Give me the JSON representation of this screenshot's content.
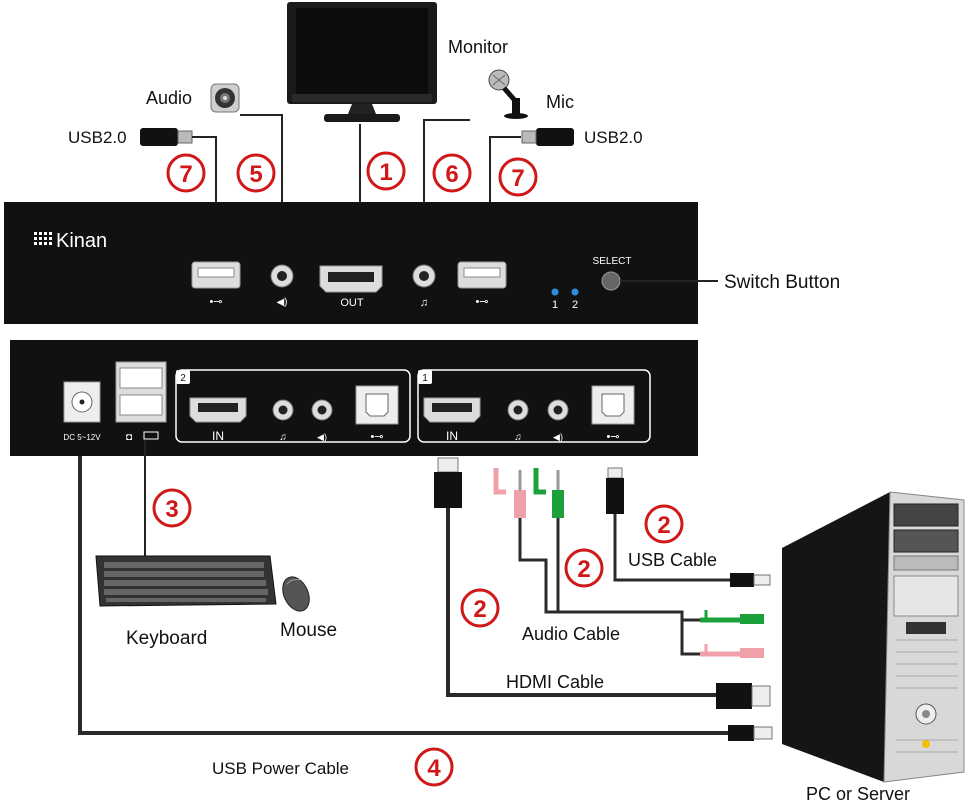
{
  "brand": "Kinan",
  "labels": {
    "monitor": "Monitor",
    "audio": "Audio",
    "mic": "Mic",
    "usb_left": "USB2.0",
    "usb_right": "USB2.0",
    "switch_button": "Switch  Button",
    "keyboard": "Keyboard",
    "mouse": "Mouse",
    "usb_cable": "USB Cable",
    "audio_cable": "Audio Cable",
    "hdmi_cable": "HDMI Cable",
    "usb_power_cable": "USB  Power  Cable",
    "pc": "PC or Server"
  },
  "front_panel": {
    "hdmi_out": "OUT",
    "select": "SELECT",
    "led_1": "1",
    "led_2": "2"
  },
  "rear_panel": {
    "dc": "DC  5~12V",
    "group_2": "2",
    "group_1": "1",
    "hdmi_in_2": "IN",
    "hdmi_in_1": "IN"
  },
  "callouts": {
    "c1": "1",
    "c2a": "2",
    "c2b": "2",
    "c2c": "2",
    "c3": "3",
    "c4": "4",
    "c5": "5",
    "c6": "6",
    "c7a": "7",
    "c7b": "7"
  },
  "colors": {
    "callout": "#d01818",
    "panel": "#111111",
    "cable": "#222222",
    "audio_green": "#1aa13a",
    "audio_pink": "#f0a0a8",
    "led_blue": "#2a8fe0"
  },
  "icons": [
    "monitor-icon",
    "speaker-icon",
    "microphone-icon",
    "usb-stick-icon",
    "keyboard-icon",
    "mouse-icon",
    "pc-tower-icon",
    "usb-symbol-icon",
    "hdmi-port-icon",
    "audio-jack-icon",
    "usb-b-port-icon",
    "dc-jack-icon"
  ]
}
